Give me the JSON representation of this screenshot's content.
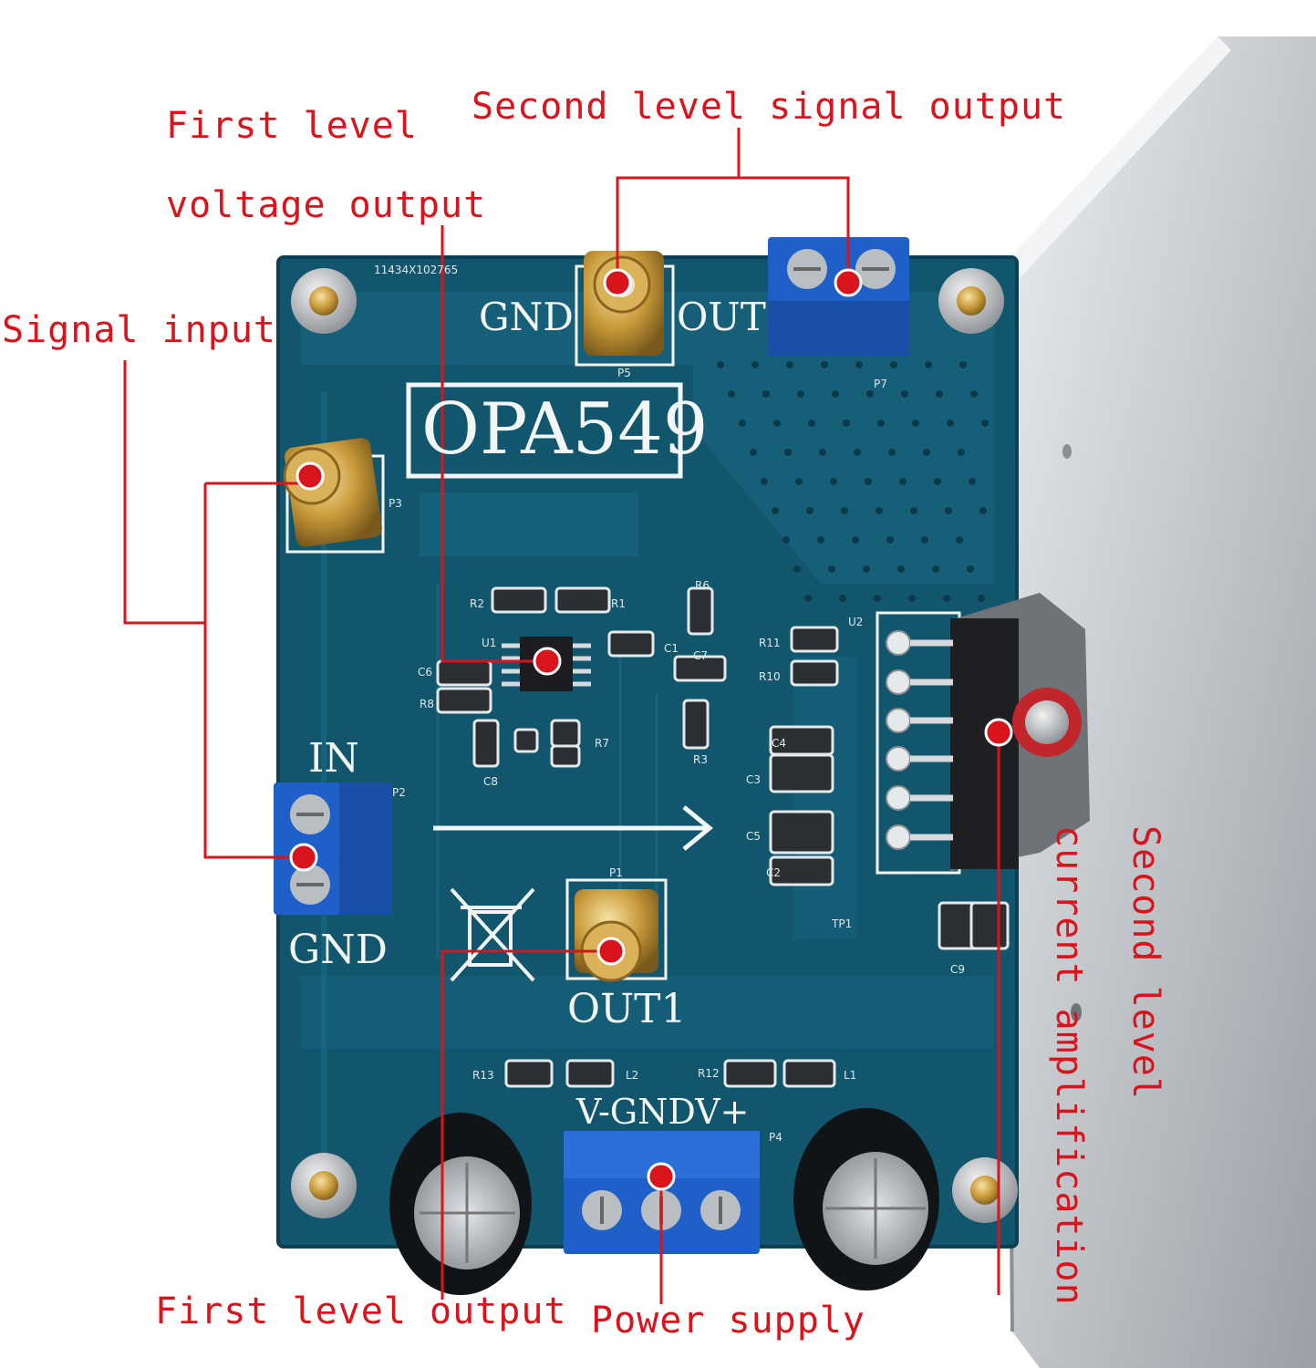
{
  "callouts": {
    "first_level_line1": "First level",
    "first_level_line2": "voltage output",
    "second_level_signal_output": "Second level signal output",
    "signal_input": "Signal input",
    "first_level_output": "First level output",
    "power_supply": "Power supply",
    "second_level": "Second level",
    "current_amplification": "current amplification"
  },
  "board": {
    "chip_label": "OPA549",
    "serial": "11434X102765",
    "gnd_top": "GND",
    "out_top": "OUT",
    "in_label": "IN",
    "gnd_left": "GND",
    "out1_label": "OUT1",
    "power_label": "V-GNDV+",
    "designators": [
      "P5",
      "P7",
      "P3",
      "P2",
      "P1",
      "P4",
      "U1",
      "U2",
      "R1",
      "R2",
      "R3",
      "R6",
      "R7",
      "R8",
      "R10",
      "R11",
      "R12",
      "R13",
      "C1",
      "C2",
      "C3",
      "C4",
      "C5",
      "C6",
      "C7",
      "C8",
      "C9",
      "L1",
      "L2",
      "TP1"
    ]
  },
  "colors": {
    "callout": "#d8141c",
    "pcb": "#12566e",
    "pcb_trace": "#1a6b86",
    "silkscreen": "#f3f6f7",
    "gold": "#c99a3a",
    "terminal_blue": "#1f5fc8",
    "heatsink": "#c9ccd0"
  }
}
